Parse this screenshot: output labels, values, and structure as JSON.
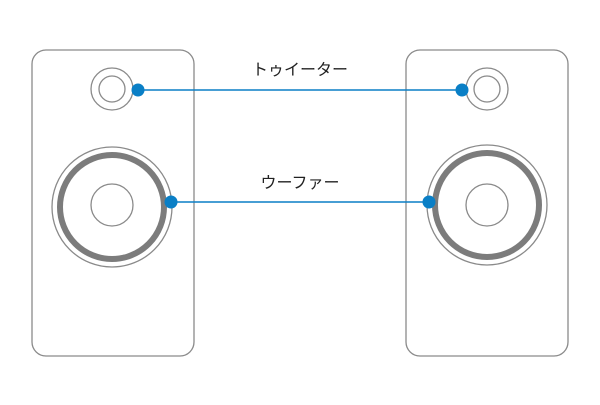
{
  "labels": {
    "tweeter": "トゥイーター",
    "woofer": "ウーファー"
  },
  "colors": {
    "outline": "#8a8a8a",
    "woofer_ring": "#7c7c7c",
    "accent": "#0a7fc6",
    "background": "#ffffff"
  },
  "icons": {
    "dot": "filled-circle-marker"
  }
}
